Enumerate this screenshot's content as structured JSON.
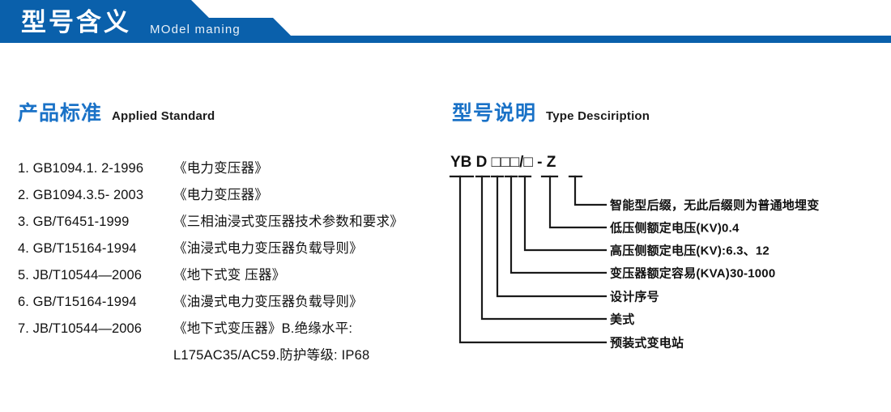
{
  "banner": {
    "title_cn": "型号含义",
    "title_en": "MOdel maning",
    "color": "#0a60ab"
  },
  "sections": {
    "standard": {
      "heading_cn": "产品标准",
      "heading_en": "Applied Standard"
    },
    "type": {
      "heading_cn": "型号说明",
      "heading_en": "Type Desciription"
    }
  },
  "standards": [
    {
      "code": "1. GB1094.1. 2-1996",
      "name": "《电力变压器》"
    },
    {
      "code": "2. GB1094.3.5- 2003",
      "name": "《电力变压器》"
    },
    {
      "code": "3. GB/T6451-1999",
      "name": "《三相油浸式变压器技术参数和要求》"
    },
    {
      "code": "4. GB/T15164-1994",
      "name": "《油浸式电力变压器负载导则》"
    },
    {
      "code": "5. JB/T10544—2006",
      "name": "《地下式变 压器》"
    },
    {
      "code": "6. GB/T15164-1994",
      "name": "《油漫式电力变压器负载导则》"
    },
    {
      "code": "7. JB/T10544—2006",
      "name": "《地下式变压器》B.绝缘水平:"
    },
    {
      "code": "",
      "name": "L175AC35/AC59.防护等级: IP68"
    }
  ],
  "model": {
    "code_text": "YB D □□□/□ - Z",
    "segments": [
      "YB",
      "D",
      "□",
      "□",
      "□",
      "/□",
      "- Z"
    ],
    "labels": [
      "智能型后缀，无此后缀则为普通地埋变",
      "低压侧额定电压(KV)0.4",
      "高压侧额定电压(KV):6.3、12",
      "变压器额定容易(KVA)30-1000",
      "设计序号",
      "美式",
      "预装式变电站"
    ]
  },
  "colors": {
    "banner_blue": "#0a60ab",
    "heading_blue": "#1a72c7",
    "text_black": "#111111",
    "line_black": "#1a1a1a"
  }
}
